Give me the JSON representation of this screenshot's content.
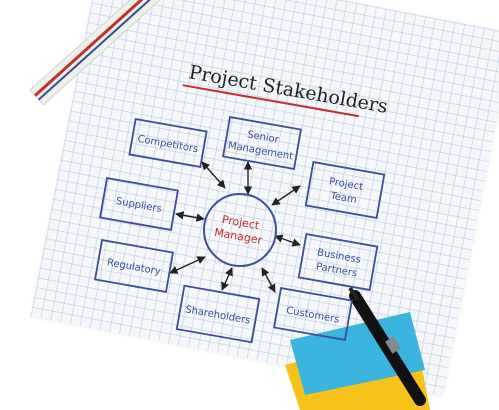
{
  "diagram": {
    "title": "Project Stakeholders",
    "center": {
      "line1": "Project",
      "line2": "Manager"
    },
    "nodes": [
      {
        "id": "competitors",
        "line1": "Competitors",
        "line2": ""
      },
      {
        "id": "senior-management",
        "line1": "Senior",
        "line2": "Management"
      },
      {
        "id": "project-team",
        "line1": "Project",
        "line2": "Team"
      },
      {
        "id": "suppliers",
        "line1": "Suppliers",
        "line2": ""
      },
      {
        "id": "business-partners",
        "line1": "Business",
        "line2": "Partners"
      },
      {
        "id": "regulatory",
        "line1": "Regulatory",
        "line2": ""
      },
      {
        "id": "shareholders",
        "line1": "Shareholders",
        "line2": ""
      },
      {
        "id": "customers",
        "line1": "Customers",
        "line2": ""
      }
    ]
  },
  "colors": {
    "ink_blue": "#3a4f9a",
    "ink_red": "#c42f2a",
    "ink_black": "#222222",
    "paper": "#f5f7fa",
    "note_yellow": "#f7c21a",
    "note_blue": "#3bb4e0"
  }
}
